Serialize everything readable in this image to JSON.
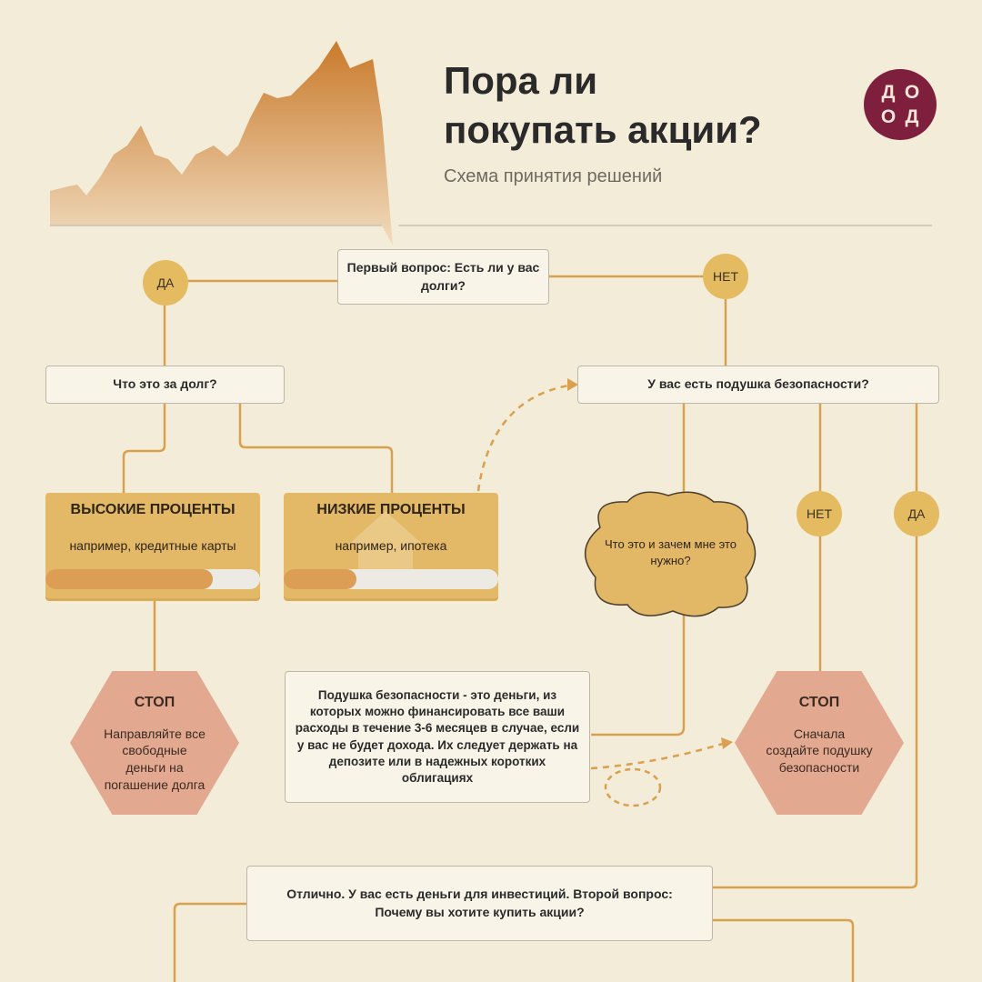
{
  "header": {
    "title_line1": "Пора ли",
    "title_line2": "покупать акции?",
    "subtitle": "Схема принятия решений",
    "logo_text": "ДО ОД"
  },
  "q1": "Первый вопрос: Есть ли у вас долги?",
  "yes1": "ДА",
  "no1": "НЕТ",
  "debt_type": "Что это за долг?",
  "high": {
    "title": "ВЫСОКИЕ ПРОЦЕНТЫ",
    "example": "например, кредитные карты",
    "bar_percent": 78
  },
  "low": {
    "title": "НИЗКИЕ ПРОЦЕНТЫ",
    "example": "например, ипотека",
    "bar_percent": 34
  },
  "stop1": {
    "title": "СТОП",
    "text": "Направляйте все свободные деньги на погашение долга"
  },
  "cushion_q": "У вас есть подушка безопасности?",
  "cloud": "Что это и зачем мне это нужно?",
  "no2": "НЕТ",
  "yes2": "ДА",
  "cushion_def": "Подушка безопасности - это деньги, из которых можно финансировать все ваши расходы в течение 3-6 месяцев в случае, если у вас не будет дохода. Их следует держать на депозите или в надежных коротких облигациях",
  "stop2": {
    "title": "СТОП",
    "text": "Сначала создайте подушку безопасности"
  },
  "q2": "Отлично. У вас есть деньги для инвестиций. Второй вопрос: Почему вы хотите купить акции?",
  "colors": {
    "bg": "#f3ecd8",
    "accent": "#e5bb62",
    "line": "#d9a050",
    "stop": "#e2a890",
    "logo": "#7e1f3e"
  }
}
